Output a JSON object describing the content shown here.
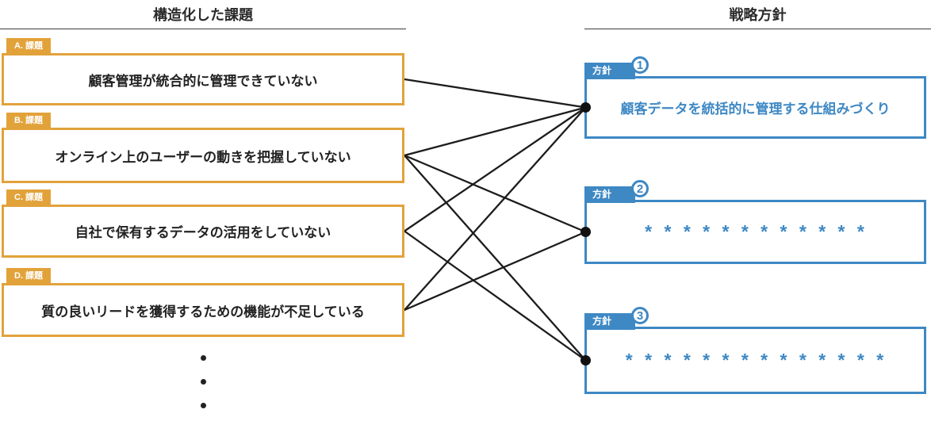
{
  "diagram": {
    "left_column": {
      "title": "構造化した課題",
      "issues": [
        {
          "id": "A",
          "tag": "A. 課題",
          "text": "顧客管理が統合的に管理できていない"
        },
        {
          "id": "B",
          "tag": "B. 課題",
          "text": "オンライン上のユーザーの動きを把握していない"
        },
        {
          "id": "C",
          "tag": "C. 課題",
          "text": "自社で保有するデータの活用をしていない"
        },
        {
          "id": "D",
          "tag": "D. 課題",
          "text": "質の良いリードを獲得するための機能が不足している"
        }
      ],
      "continuation_dots": [
        "•",
        "•",
        "•"
      ]
    },
    "right_column": {
      "title": "戦略方針",
      "policies": [
        {
          "id": "1",
          "tag": "方針",
          "number": "1",
          "text": "顧客データを統括的に管理する仕組みづくり"
        },
        {
          "id": "2",
          "tag": "方針",
          "number": "2",
          "text": "* * * * * * * * * * * *"
        },
        {
          "id": "3",
          "tag": "方針",
          "number": "3",
          "text": "* * * * * * * * * * * * * *"
        }
      ]
    },
    "connections": [
      {
        "from": "A",
        "to": "1"
      },
      {
        "from": "B",
        "to": "1"
      },
      {
        "from": "B",
        "to": "2"
      },
      {
        "from": "B",
        "to": "3"
      },
      {
        "from": "C",
        "to": "1"
      },
      {
        "from": "C",
        "to": "3"
      },
      {
        "from": "D",
        "to": "1"
      },
      {
        "from": "D",
        "to": "2"
      }
    ],
    "colors": {
      "issue_accent": "#E2A23A",
      "policy_accent": "#3E88C4",
      "connector": "#1c1c1c",
      "tag_text": "#ffffff",
      "issue_text": "#222222",
      "title_text": "#2b2b2b"
    }
  }
}
